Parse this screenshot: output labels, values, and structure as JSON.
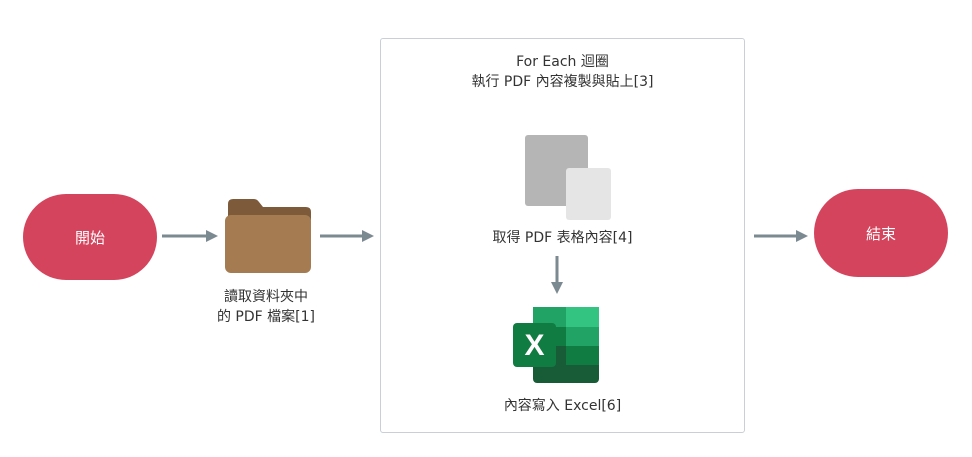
{
  "nodes": {
    "start": {
      "label": "開始"
    },
    "read_folder": {
      "line1": "讀取資料夾中",
      "line2": "的 PDF 檔案[1]"
    },
    "loop": {
      "title_line1": "For Each 迴圈",
      "title_line2": "執行 PDF 內容複製與貼上[3]"
    },
    "get_pdf": {
      "label": "取得 PDF 表格內容[4]"
    },
    "excel": {
      "label": "內容寫入 Excel[6]",
      "icon_letter": "X"
    },
    "end": {
      "label": "結束"
    }
  },
  "colors": {
    "terminal": "#d5445d",
    "arrow": "#7b8991",
    "folder_front": "#a57c52",
    "folder_back": "#7d5a39",
    "box_border": "#c8d0d6"
  },
  "icons": {
    "folder": "folder-icon",
    "copy": "copy-pages-icon",
    "excel": "excel-icon"
  }
}
